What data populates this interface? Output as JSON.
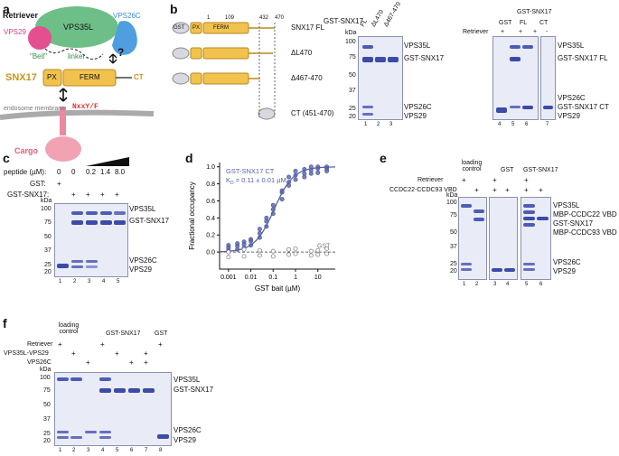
{
  "panels": {
    "a": {
      "label": "a",
      "retriever": "Retriever",
      "vps35l": "VPS35L",
      "vps26c": "VPS26C",
      "vps29": "VPS29",
      "bell": "\"Bell\"",
      "linker": "linker",
      "snx17": "SNX17",
      "px": "PX",
      "ferm": "FERM",
      "ct": "CT",
      "membrane": "endosome membrane",
      "motif": "NxxY/F",
      "cargo": "Cargo",
      "question": "?"
    },
    "b": {
      "label": "b",
      "constructs": [
        "SNX17 FL",
        "ΔL470",
        "Δ467-470",
        "CT (451-470)"
      ],
      "pos_1": "1",
      "pos_109": "109",
      "pos_432": "432",
      "pos_470": "470",
      "gst": "GST",
      "px": "PX",
      "ferm": "FERM",
      "gel1_title": "GST-SNX17",
      "gel1_lanes": [
        "FL",
        "ΔL470",
        "Δ467-470"
      ],
      "gel1_nums": [
        "1",
        "2",
        "3"
      ],
      "gel1_right": [
        "VPS35L",
        "GST-SNX17",
        "VPS26C",
        "VPS29"
      ],
      "gel2_header": "GST-SNX17",
      "gel2_sub": [
        "GST",
        "FL",
        "CT"
      ],
      "gel2_retriever": "Retriever",
      "gel2_signs": [
        "+",
        "+",
        "+",
        "-"
      ],
      "gel2_nums": [
        "4",
        "5",
        "6",
        "7"
      ],
      "gel2_right": [
        "VPS35L",
        "GST-SNX17 FL",
        "VPS26C",
        "GST-SNX17 CT",
        "VPS29"
      ]
    },
    "c": {
      "label": "c",
      "peptide": "peptide (µM):",
      "conc": [
        "0",
        "0",
        "0.2",
        "1.4",
        "8.0"
      ],
      "gst_row": "GST:",
      "gst_signs": [
        "+",
        "",
        "",
        "",
        ""
      ],
      "snx_row": "GST-SNX17:",
      "snx_signs": [
        "",
        "+",
        "+",
        "+",
        "+"
      ],
      "nums": [
        "1",
        "2",
        "3",
        "4",
        "5"
      ],
      "right": [
        "VPS35L",
        "GST-SNX17",
        "VPS26C",
        "VPS29"
      ]
    },
    "d": {
      "label": "d"
    },
    "e": {
      "label": "e",
      "header_loading": "loading control",
      "header_gst": "GST",
      "header_snx": "GST-SNX17",
      "row1": "Retriever",
      "row2": "CCDC22-CCDC93 VBD",
      "row1_signs": [
        "+",
        "",
        "+",
        "",
        "+",
        ""
      ],
      "row2_signs": [
        "",
        "+",
        "+",
        "+",
        "+",
        "+"
      ],
      "nums": [
        "1",
        "2",
        "3",
        "4",
        "5",
        "6"
      ],
      "right": [
        "VPS35L",
        "MBP-CCDC22 VBD",
        "GST-SNX17",
        "MBP-CCDC93 VBD",
        "VPS26C",
        "VPS29"
      ]
    },
    "f": {
      "label": "f",
      "header_loading": "loading control",
      "header_snx": "GST-SNX17",
      "header_gst": "GST",
      "row1": "Retriever",
      "row2": "VPS35L-VPS29",
      "row3": "VPS26C",
      "row1_signs": [
        "+",
        "",
        "",
        "+",
        "",
        "",
        "",
        "+"
      ],
      "row2_signs": [
        "",
        "+",
        "",
        "",
        "+",
        "",
        "+",
        ""
      ],
      "row3_signs": [
        "",
        "",
        "+",
        "",
        "",
        "+",
        "+",
        ""
      ],
      "nums": [
        "1",
        "2",
        "3",
        "4",
        "5",
        "6",
        "7",
        "8"
      ],
      "right": [
        "VPS35L",
        "GST-SNX17",
        "VPS26C",
        "VPS29"
      ]
    }
  },
  "kda": {
    "label": "kDa",
    "marks": [
      "100",
      "75",
      "50",
      "37",
      "25",
      "20"
    ]
  },
  "chart_data": {
    "type": "scatter",
    "xlabel": "GST bait (µM)",
    "ylabel": "Fractional occupancy",
    "x_scale": "log",
    "xlim": [
      0.0004,
      60
    ],
    "ylim": [
      -0.2,
      1.05
    ],
    "x_ticks": [
      "0.001",
      "0.01",
      "0.1",
      "1",
      "10"
    ],
    "y_ticks": [
      "0.0",
      "0.2",
      "0.4",
      "0.6",
      "0.8",
      "1.0"
    ],
    "annotation_line1": "GST-SNX17 CT",
    "annotation_line2": "K",
    "annotation_sub": "D",
    "annotation_value": " = 0.11 ± 0.01 µM",
    "gst_label": "GST",
    "kd": 0.11,
    "series": [
      {
        "name": "GST-SNX17 CT",
        "color": "#5561a8",
        "filled": true,
        "x": [
          0.001,
          0.001,
          0.001,
          0.0025,
          0.0025,
          0.0025,
          0.005,
          0.005,
          0.005,
          0.01,
          0.01,
          0.01,
          0.025,
          0.025,
          0.025,
          0.05,
          0.05,
          0.05,
          0.1,
          0.1,
          0.1,
          0.25,
          0.25,
          0.25,
          0.5,
          0.5,
          0.5,
          1,
          1,
          1,
          2.5,
          2.5,
          2.5,
          5,
          5,
          5,
          10,
          10,
          10,
          25,
          25,
          25
        ],
        "y": [
          0.02,
          0.05,
          0.08,
          0.03,
          0.07,
          0.1,
          0.05,
          0.09,
          0.12,
          0.08,
          0.13,
          0.15,
          0.17,
          0.22,
          0.27,
          0.3,
          0.36,
          0.4,
          0.45,
          0.5,
          0.55,
          0.62,
          0.7,
          0.72,
          0.78,
          0.82,
          0.88,
          0.85,
          0.9,
          0.95,
          0.88,
          0.92,
          0.97,
          0.92,
          0.96,
          1.0,
          0.93,
          0.98,
          1.0,
          0.95,
          0.98,
          1.0
        ]
      },
      {
        "name": "GST",
        "color": "#888888",
        "filled": false,
        "x": [
          0.001,
          0.001,
          0.005,
          0.005,
          0.025,
          0.025,
          0.1,
          0.1,
          0.5,
          0.5,
          1,
          1,
          5,
          5,
          10,
          10,
          25,
          25
        ],
        "y": [
          -0.06,
          0.0,
          0.03,
          -0.05,
          0.02,
          -0.04,
          0.01,
          -0.05,
          0.03,
          -0.03,
          -0.02,
          0.04,
          0.01,
          -0.04,
          0.02,
          -0.03,
          0.04,
          -0.02
        ]
      }
    ]
  }
}
